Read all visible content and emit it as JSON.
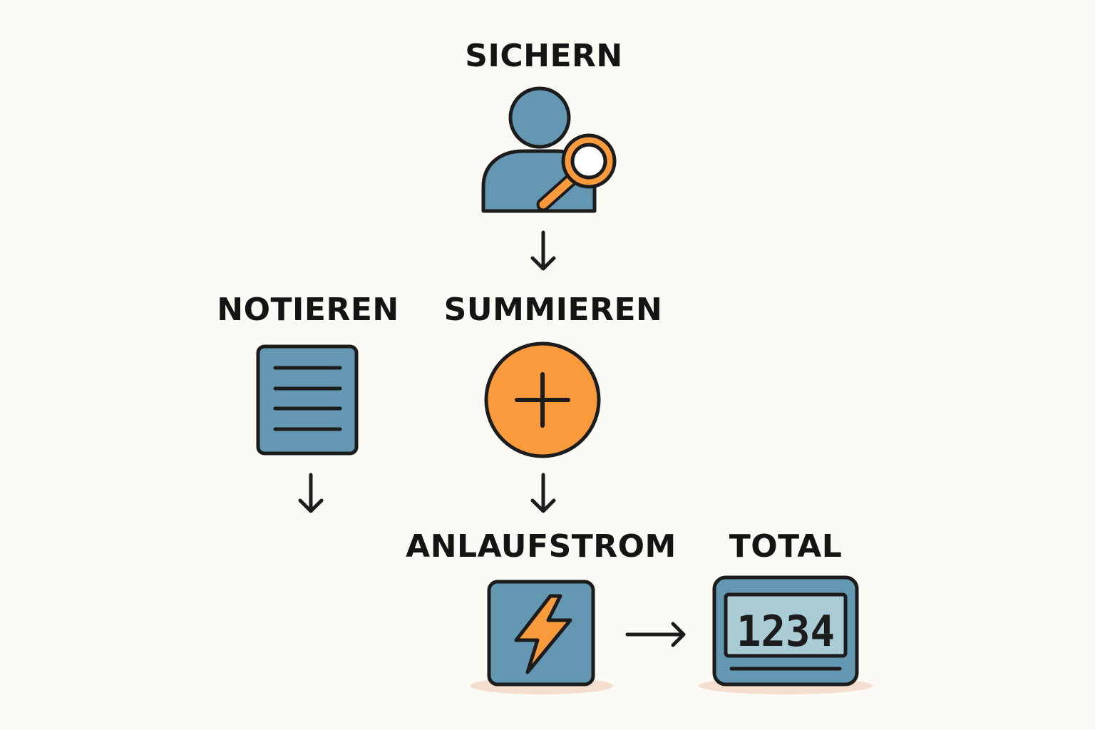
{
  "steps": {
    "sichern": {
      "label": "SICHERN",
      "icon": "user-search-icon"
    },
    "notieren": {
      "label": "NOTIEREN",
      "icon": "document-lines-icon"
    },
    "summieren": {
      "label": "SUMMIEREN",
      "icon": "plus-circle-icon"
    },
    "anlaufstrom": {
      "label": "ANLAUFSTROM",
      "icon": "lightning-bolt-icon"
    },
    "total": {
      "label": "TOTAL",
      "icon": "digital-display-icon",
      "display_value": "1234"
    }
  },
  "colors": {
    "background": "#fcfaf5",
    "blue": "#6497b1",
    "orange": "#f99a3d",
    "outline": "#1c1c1c",
    "display": "#a9ccd6",
    "shadow": "#f4dfcf"
  }
}
